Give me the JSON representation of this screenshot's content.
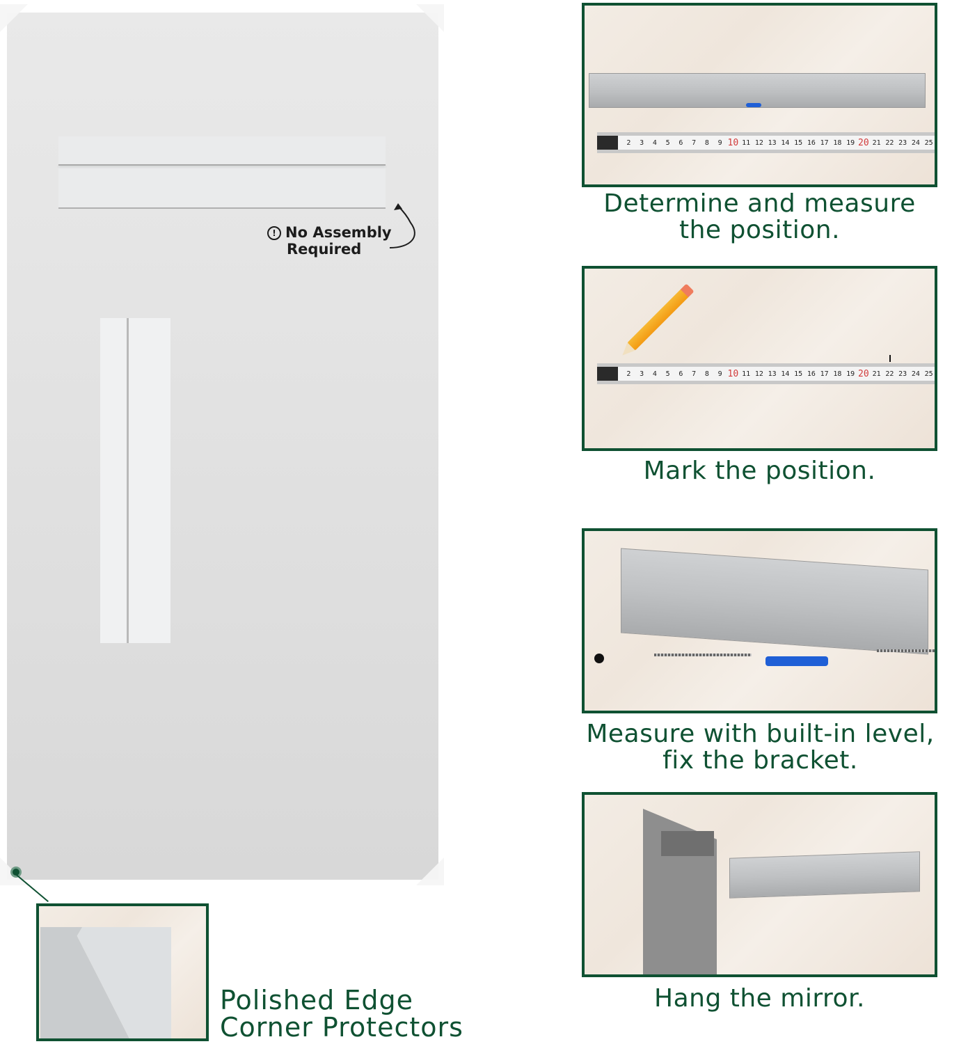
{
  "mirror": {
    "badge_icon": "exclamation-circle-icon",
    "badge_icon_glyph": "!",
    "badge_line1": "No Assembly",
    "badge_line2": "Required"
  },
  "detail": {
    "label_line1": "Polished Edge",
    "label_line2": "Corner Protectors"
  },
  "tape_marks": [
    "2",
    "3",
    "4",
    "5",
    "6",
    "7",
    "8",
    "9",
    "10",
    "11",
    "12",
    "13",
    "14",
    "15",
    "16",
    "17",
    "18",
    "19",
    "20",
    "21",
    "22",
    "23",
    "24",
    "25"
  ],
  "steps": [
    {
      "caption_line1": "Determine and measure",
      "caption_line2": "the position."
    },
    {
      "caption_line1": "Mark the position.",
      "caption_line2": ""
    },
    {
      "caption_line1": "Measure with built-in level,",
      "caption_line2": "fix the bracket."
    },
    {
      "caption_line1": "Hang the mirror.",
      "caption_line2": ""
    }
  ],
  "colors": {
    "brand_green": "#0f5132",
    "mirror_gray": "#e3e3e3",
    "marble": "#f1e9e0"
  }
}
